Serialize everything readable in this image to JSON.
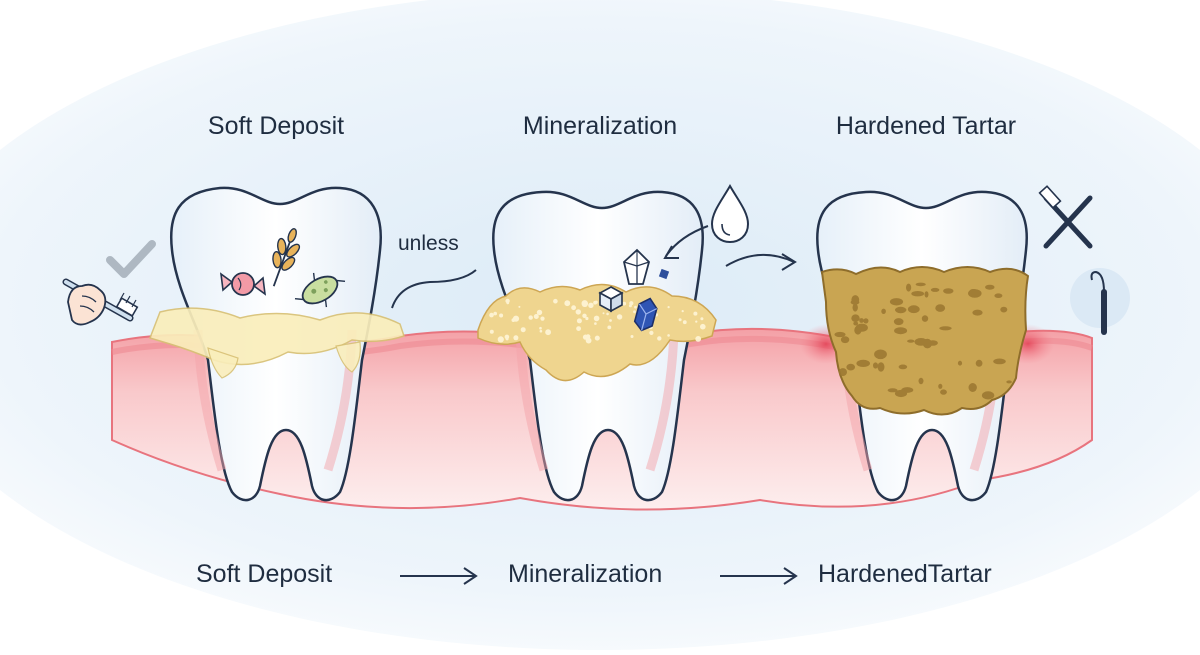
{
  "stages": [
    {
      "title": "Soft Deposit"
    },
    {
      "title": "Mineralization"
    },
    {
      "title": "Hardened Tartar"
    }
  ],
  "connector_label": "unless",
  "flow": {
    "steps": [
      "Soft Deposit",
      "Mineralization",
      "HardenedTartar"
    ]
  },
  "icons": {
    "left": [
      "checkmark-icon",
      "toothbrush-hand-icon"
    ],
    "stage1": [
      "candy-icon",
      "wheat-icon",
      "bacteria-icon"
    ],
    "stage2": [
      "water-drop-icon",
      "crystal-icon",
      "cube-icon",
      "blue-crystal-icon"
    ],
    "right": [
      "crossed-toothbrush-icon",
      "dental-scaler-icon"
    ]
  },
  "colors": {
    "gum": "#f7a9ad",
    "gum_edge": "#e8747e",
    "tooth": "#ffffff",
    "tooth_outline": "#25344d",
    "soft_plaque": "#faeebb",
    "mineral_plaque": "#efd58f",
    "tartar": "#c9a552",
    "text": "#1f2d40"
  }
}
